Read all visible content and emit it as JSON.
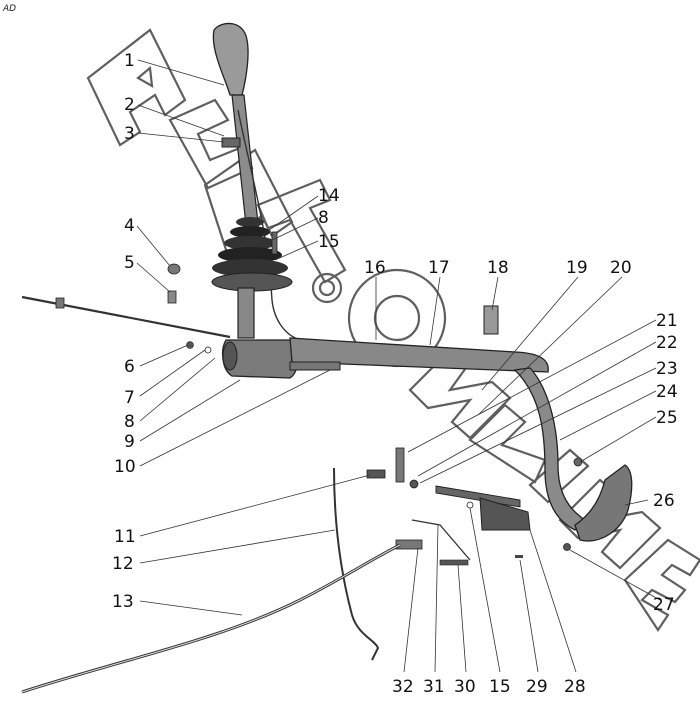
{
  "corner_code": "AD",
  "watermark_text": "ACAT-ONLINE",
  "callouts": [
    {
      "id": "c1",
      "label": "1"
    },
    {
      "id": "c2",
      "label": "2"
    },
    {
      "id": "c3",
      "label": "3"
    },
    {
      "id": "c4",
      "label": "4"
    },
    {
      "id": "c5",
      "label": "5"
    },
    {
      "id": "c6",
      "label": "6"
    },
    {
      "id": "c7",
      "label": "7"
    },
    {
      "id": "c8a",
      "label": "8"
    },
    {
      "id": "c9",
      "label": "9"
    },
    {
      "id": "c10",
      "label": "10"
    },
    {
      "id": "c11",
      "label": "11"
    },
    {
      "id": "c12",
      "label": "12"
    },
    {
      "id": "c13",
      "label": "13"
    },
    {
      "id": "c14",
      "label": "14"
    },
    {
      "id": "c8b",
      "label": "8"
    },
    {
      "id": "c15a",
      "label": "15"
    },
    {
      "id": "c16",
      "label": "16"
    },
    {
      "id": "c17",
      "label": "17"
    },
    {
      "id": "c18",
      "label": "18"
    },
    {
      "id": "c19",
      "label": "19"
    },
    {
      "id": "c20",
      "label": "20"
    },
    {
      "id": "c21",
      "label": "21"
    },
    {
      "id": "c22",
      "label": "22"
    },
    {
      "id": "c23",
      "label": "23"
    },
    {
      "id": "c24",
      "label": "24"
    },
    {
      "id": "c25",
      "label": "25"
    },
    {
      "id": "c26",
      "label": "26"
    },
    {
      "id": "c27",
      "label": "27"
    },
    {
      "id": "c28",
      "label": "28"
    },
    {
      "id": "c29",
      "label": "29"
    },
    {
      "id": "c15b",
      "label": "15"
    },
    {
      "id": "c30",
      "label": "30"
    },
    {
      "id": "c31",
      "label": "31"
    },
    {
      "id": "c32",
      "label": "32"
    }
  ]
}
